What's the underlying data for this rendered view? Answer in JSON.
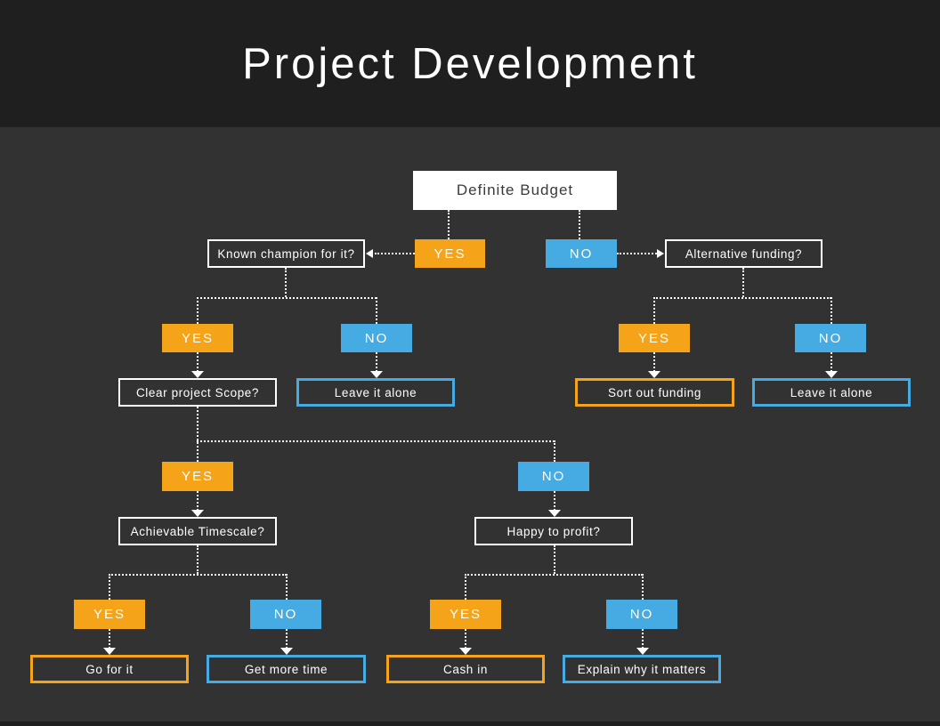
{
  "title": "Project Development",
  "colors": {
    "header_bg": "#1f1f1f",
    "body_bg": "#323232",
    "orange": "#F5A318",
    "blue": "#45ABE2",
    "white": "#ffffff",
    "root_text": "#3a3a3a"
  },
  "flowchart": {
    "labels": {
      "yes": "YES",
      "no": "NO",
      "definite_budget": "Definite Budget",
      "known_champion": "Known champion for it?",
      "alternative_funding": "Alternative funding?",
      "clear_scope": "Clear project Scope?",
      "leave_alone_1": "Leave it alone",
      "sort_funding": "Sort out funding",
      "leave_alone_2": "Leave it alone",
      "achievable_timescale": "Achievable Timescale?",
      "happy_profit": "Happy to profit?",
      "go_for_it": "Go for it",
      "get_more_time": "Get more time",
      "cash_in": "Cash in",
      "explain_matters": "Explain why it matters"
    },
    "edges": [
      {
        "from": "Definite Budget",
        "answer": "YES",
        "to": "Known champion for it?"
      },
      {
        "from": "Definite Budget",
        "answer": "NO",
        "to": "Alternative funding?"
      },
      {
        "from": "Known champion for it?",
        "answer": "YES",
        "to": "Clear project Scope?"
      },
      {
        "from": "Known champion for it?",
        "answer": "NO",
        "to": "Leave it alone"
      },
      {
        "from": "Alternative funding?",
        "answer": "YES",
        "to": "Sort out funding"
      },
      {
        "from": "Alternative funding?",
        "answer": "NO",
        "to": "Leave it alone"
      },
      {
        "from": "Clear project Scope?",
        "answer": "YES",
        "to": "Achievable Timescale?"
      },
      {
        "from": "Clear project Scope?",
        "answer": "NO",
        "to": "Happy to profit?"
      },
      {
        "from": "Achievable Timescale?",
        "answer": "YES",
        "to": "Go for it"
      },
      {
        "from": "Achievable Timescale?",
        "answer": "NO",
        "to": "Get more time"
      },
      {
        "from": "Happy to profit?",
        "answer": "YES",
        "to": "Cash in"
      },
      {
        "from": "Happy to profit?",
        "answer": "NO",
        "to": "Explain why it matters"
      }
    ]
  }
}
